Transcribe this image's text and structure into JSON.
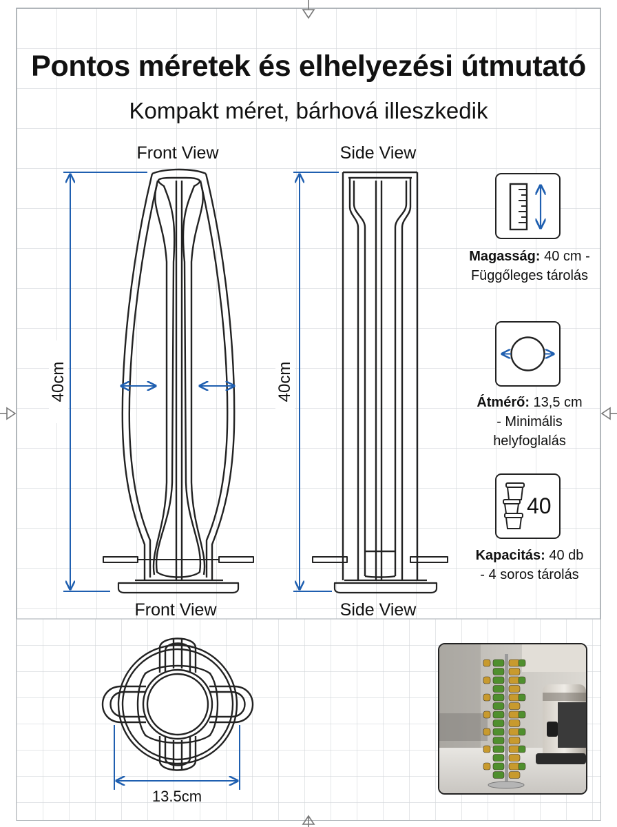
{
  "header": {
    "title": "Pontos méretek és elhelyezési útmutató",
    "subtitle": "Kompakt méret, bárhová illeszkedik"
  },
  "views": {
    "front_top_label": "Front View",
    "side_top_label": "Side View",
    "front_bottom_label": "Front View",
    "side_bottom_label": "Side View"
  },
  "dimensions": {
    "front_height": "40cm",
    "side_height": "40cm",
    "base_diameter": "13.5cm"
  },
  "specs": [
    {
      "label": "Magasság:",
      "value": " 40 cm -",
      "line2": "Függőleges tárolás",
      "line3": "",
      "icon": "ruler-height-icon"
    },
    {
      "label": "Átmérő:",
      "value": " 13,5 cm",
      "line2": "- Minimális",
      "line3": "helyfoglalás",
      "icon": "diameter-icon"
    },
    {
      "label": "Kapacitás:",
      "value": " 40 db",
      "line2": "- 4 soros tárolás",
      "line3": "",
      "icon": "capsules-icon"
    }
  ],
  "capacity_badge": "40",
  "colors": {
    "dimension_blue": "#1f5fb0",
    "grid_line": "#d2d5d9",
    "line_art": "#222222",
    "capsule_green": "#4f8f2e",
    "capsule_gold": "#c89a2e"
  }
}
